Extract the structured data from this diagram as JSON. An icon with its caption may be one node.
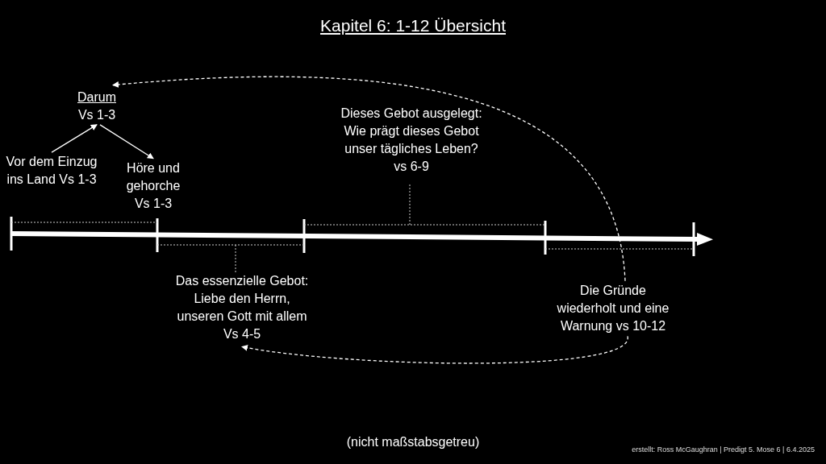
{
  "diagram": {
    "title": "Kapitel 6: 1-12 Übersicht",
    "nodes": [
      {
        "text": [
          "Darum",
          "Vs 1-3"
        ]
      },
      {
        "text": [
          "Vor dem Einzug ins Land Vs 1-3"
        ]
      },
      {
        "text": [
          "Höre und gehorche Vs 1-3"
        ]
      },
      {
        "text": [
          "Dieses Gebot ausgelegt: Wie prägt dieses Gebot unser tägliches Leben? vs 6-9"
        ]
      },
      {
        "text": [
          "Das essenzielle Gebot: Liebe den Herrn, unseren Gott mit allem Vs 4-5"
        ]
      },
      {
        "text": [
          "Die Gründe wiederholt und eine Warnung vs 10-12"
        ]
      }
    ],
    "edges": [
      {
        "from": 1,
        "to": 0,
        "arrow": "to"
      },
      {
        "from": 0,
        "to": 2,
        "arrow": "to"
      },
      {
        "from": 5,
        "to": 0,
        "arrow": "to",
        "style": "dashed"
      },
      {
        "from": 5,
        "to": 4,
        "arrow": "to",
        "style": "dashed"
      }
    ],
    "labels": [
      "(nicht maßstabsgetreu)",
      "erstellt: Ross McGaughran | Predigt 5. Mose 6 | 6.4.2025"
    ]
  }
}
